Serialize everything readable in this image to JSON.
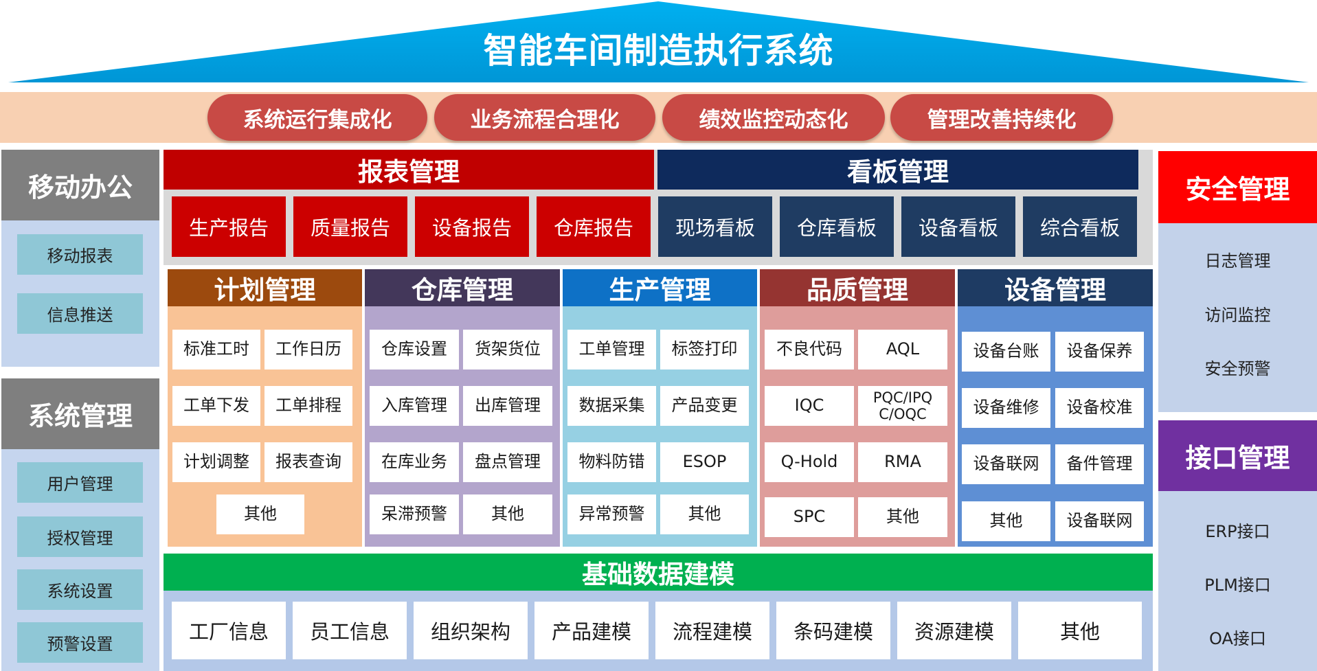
{
  "title": "智能车间制造执行系统",
  "principles": [
    "系统运行集成化",
    "业务流程合理化",
    "绩效监控动态化",
    "管理改善持续化"
  ],
  "left_panels": [
    {
      "header": "移动办公",
      "items": [
        "移动报表",
        "信息推送"
      ]
    },
    {
      "header": "系统管理",
      "items": [
        "用户管理",
        "授权管理",
        "系统设置",
        "预警设置"
      ]
    }
  ],
  "right_panels": [
    {
      "header": "安全管理",
      "items": [
        "日志管理",
        "访问监控",
        "安全预警"
      ]
    },
    {
      "header": "接口管理",
      "items": [
        "ERP接口",
        "PLM接口",
        "OA接口"
      ]
    }
  ],
  "reports": {
    "header": "报表管理",
    "items": [
      "生产报告",
      "质量报告",
      "设备报告",
      "仓库报告"
    ]
  },
  "boards": {
    "header": "看板管理",
    "items": [
      "现场看板",
      "仓库看板",
      "设备看板",
      "综合看板"
    ]
  },
  "modules": [
    {
      "header": "计划管理",
      "items": [
        "标准工时",
        "工作日历",
        "工单下发",
        "工单排程",
        "计划调整",
        "报表查询",
        "其他"
      ]
    },
    {
      "header": "仓库管理",
      "items": [
        "仓库设置",
        "货架货位",
        "入库管理",
        "出库管理",
        "在库业务",
        "盘点管理",
        "呆滞预警",
        "其他"
      ]
    },
    {
      "header": "生产管理",
      "items": [
        "工单管理",
        "标签打印",
        "数据采集",
        "产品变更",
        "物料防错",
        "ESOP",
        "异常预警",
        "其他"
      ]
    },
    {
      "header": "品质管理",
      "items": [
        "不良代码",
        "AQL",
        "IQC",
        "PQC/IPQ\nC/OQC",
        "Q-Hold",
        "RMA",
        "SPC",
        "其他"
      ]
    },
    {
      "header": "设备管理",
      "items": [
        "设备台账",
        "设备保养",
        "设备维修",
        "设备校准",
        "设备联网",
        "备件管理",
        "其他",
        "设备联网"
      ]
    }
  ],
  "foundation": {
    "header": "基础数据建模",
    "items": [
      "工厂信息",
      "员工信息",
      "组织架构",
      "产品建模",
      "流程建模",
      "条码建模",
      "资源建模",
      "其他"
    ]
  },
  "colors": {
    "roof": "#00a6e4",
    "band": "#f8d0b2",
    "pill": "#c84a45",
    "report_header": "#c00000",
    "report_cell": "#cc0000",
    "board_header": "#0e2a5c",
    "board_cell": "#1f3c62",
    "plan": [
      "#9c4a0e",
      "#f9c396"
    ],
    "warehouse": [
      "#43375a",
      "#b3a5cc"
    ],
    "production": [
      "#0e71c6",
      "#96d0e3"
    ],
    "quality": [
      "#953431",
      "#de9d9b"
    ],
    "equipment": [
      "#1e3b63",
      "#5e8fd4"
    ],
    "foundation_header": "#00b050",
    "security_header": "#ff0000",
    "interface_header": "#7030a0",
    "left_header": "#7f7f7f"
  }
}
